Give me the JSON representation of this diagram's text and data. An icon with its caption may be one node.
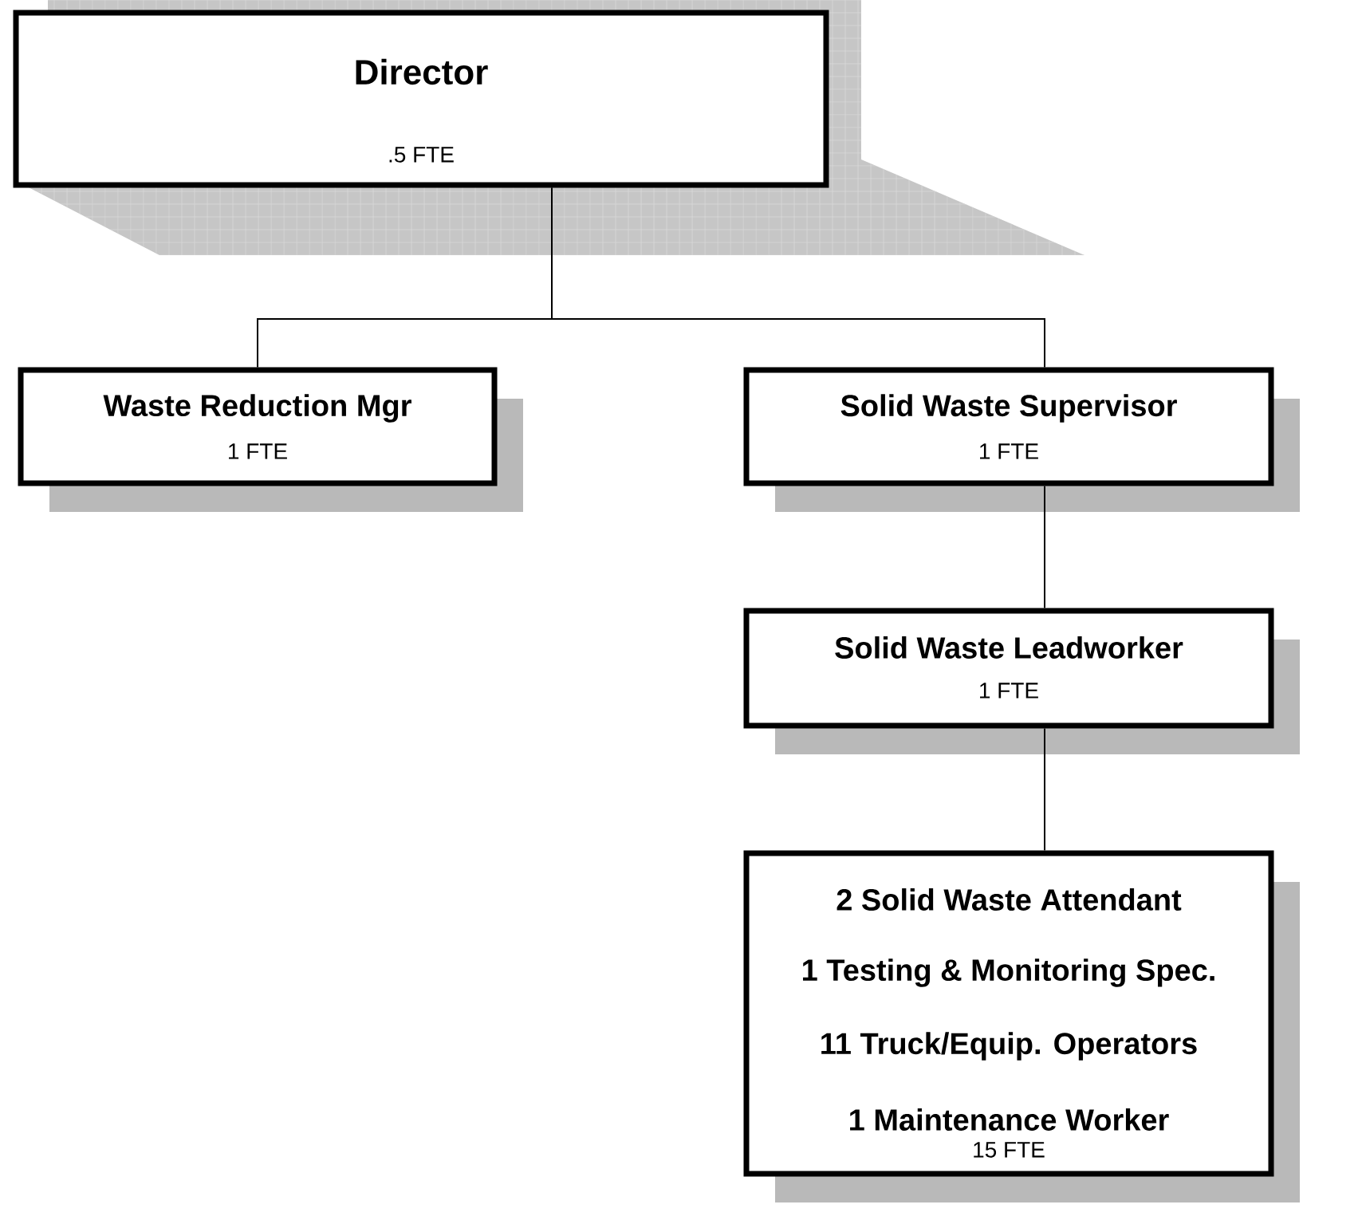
{
  "diagram": {
    "nodes": [
      {
        "text": [
          "Director",
          ".5 FTE"
        ]
      },
      {
        "text": [
          "Waste Reduction Mgr",
          "1 FTE"
        ]
      },
      {
        "text": [
          "Solid Waste Supervisor",
          "1 FTE"
        ]
      },
      {
        "text": [
          "Solid Waste Leadworker",
          "1 FTE"
        ]
      },
      {
        "text": [
          "2 Solid Waste Attendant",
          "1 Testing & Monitoring Spec.",
          "11 Truck/Equip. Operators",
          "1 Maintenance Worker",
          "15 FTE"
        ]
      }
    ],
    "edges": [
      {
        "from": 0,
        "to": 1,
        "arrow": "none"
      },
      {
        "from": 0,
        "to": 2,
        "arrow": "none"
      },
      {
        "from": 2,
        "to": 3,
        "arrow": "none"
      },
      {
        "from": 3,
        "to": 4,
        "arrow": "none"
      }
    ]
  }
}
